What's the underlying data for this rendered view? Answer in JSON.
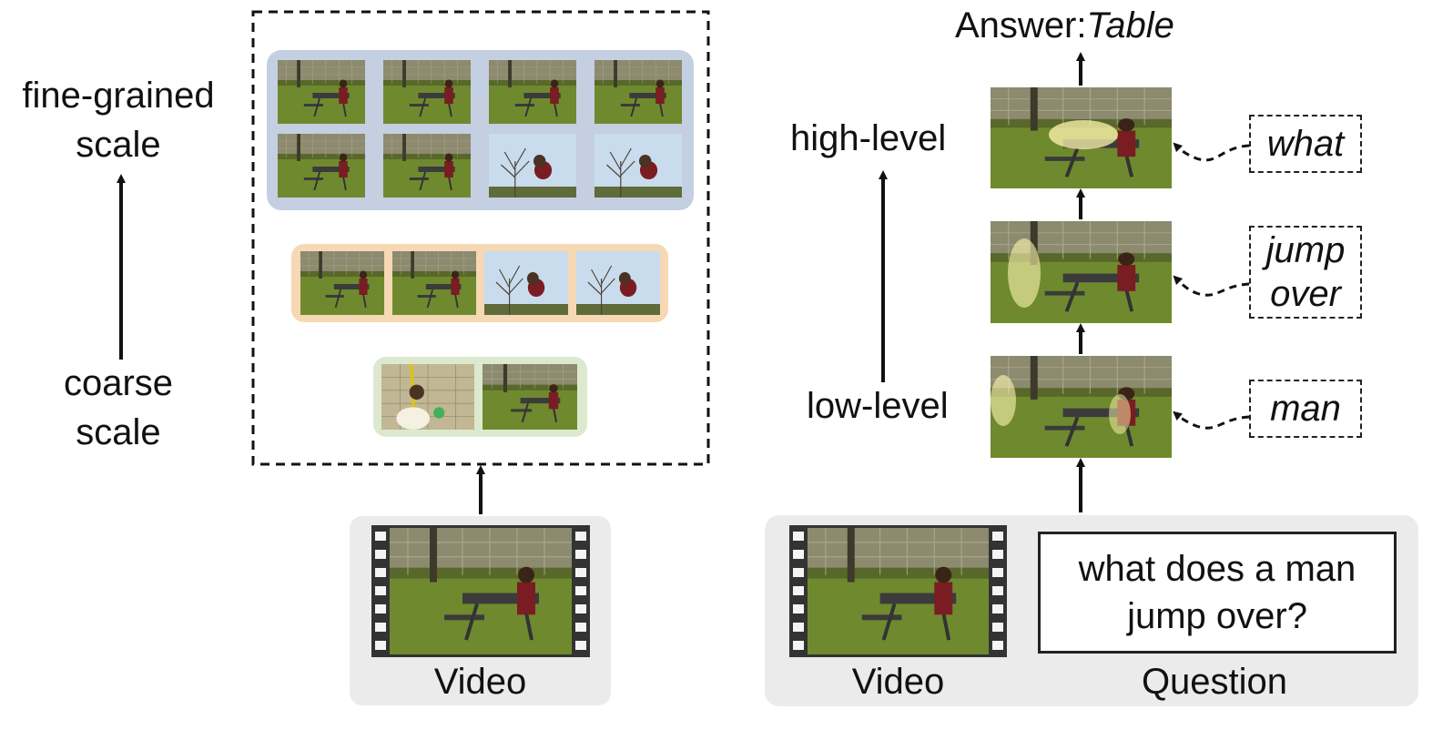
{
  "left": {
    "fine_label": [
      "fine-grained",
      "scale"
    ],
    "coarse_label": [
      "coarse",
      "scale"
    ],
    "input_label": "Video",
    "rows": [
      {
        "name": "fine",
        "color": "#c4cfe1",
        "frames": 8
      },
      {
        "name": "mid",
        "color": "#f6d8b4",
        "frames": 4
      },
      {
        "name": "coarse",
        "color": "#dde9cf",
        "frames": 2
      }
    ]
  },
  "right": {
    "answer_prefix": "Answer:",
    "answer_value": "Table",
    "high_label": "high-level",
    "low_label": "low-level",
    "words": {
      "top": [
        "what"
      ],
      "middle": [
        "jump",
        "over"
      ],
      "bottom": [
        "man"
      ]
    },
    "question_lines": [
      "what does a man",
      "jump over?"
    ],
    "video_label": "Video",
    "question_label": "Question"
  },
  "colors": {
    "panel_gray": "#ebebeb",
    "grass": "#6f8a2e",
    "fence": "#9a8f77",
    "sky": "#c9dced",
    "highlight": "#fff6b0"
  }
}
